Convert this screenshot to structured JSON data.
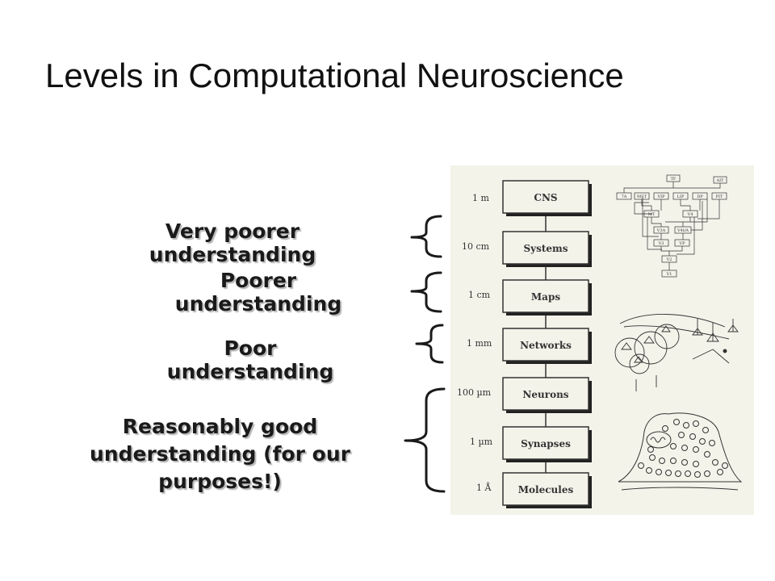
{
  "title": "Levels in Computational Neuroscience",
  "labels": {
    "very_poorer": "Very poorer understanding",
    "poorer": "Poorer understanding",
    "poor": "Poor understanding",
    "good_line1": "Reasonably good",
    "good_line2": "understanding (for our",
    "good_line3": "purposes!)"
  },
  "levels": [
    {
      "scale": "1 m",
      "name": "CNS"
    },
    {
      "scale": "10 cm",
      "name": "Systems"
    },
    {
      "scale": "1 cm",
      "name": "Maps"
    },
    {
      "scale": "1 mm",
      "name": "Networks"
    },
    {
      "scale": "100 µm",
      "name": "Neurons"
    },
    {
      "scale": "1 µm",
      "name": "Synapses"
    },
    {
      "scale": "1 Å",
      "name": "Molecules"
    }
  ],
  "systems_diagram_labels": [
    "TF",
    "AIT",
    "7A",
    "MST",
    "VIP",
    "LIP",
    "DP",
    "PIT",
    "MT",
    "V4",
    "V3A",
    "V4t/A",
    "V3",
    "VP",
    "V2",
    "V1"
  ],
  "colors": {
    "panel": "#f4f3ea",
    "text": "#1a1a1a",
    "ink": "#333333"
  }
}
